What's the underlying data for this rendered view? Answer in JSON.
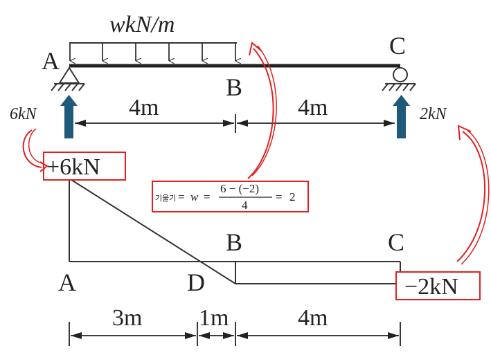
{
  "beam": {
    "load_label": "wkN/m",
    "point_a": "A",
    "point_b": "B",
    "point_c": "C",
    "reaction_a": "6kN",
    "reaction_c": "2kN",
    "span_ab": "4m",
    "span_bc": "4m"
  },
  "shear_diagram": {
    "max_label": "+6kN",
    "min_label": "−2kN",
    "point_a": "A",
    "point_b": "B",
    "point_c": "C",
    "point_d": "D",
    "seg_ad": "3m",
    "seg_db": "1m",
    "seg_bc": "4m"
  },
  "annotation": {
    "prefix": "기울기",
    "eq1": "=",
    "w": "w",
    "eq2": "=",
    "numerator": "6 − (−2)",
    "denominator": "4",
    "eq3": "=",
    "result": "2"
  },
  "colors": {
    "annotation_red": "#e02020",
    "reaction_arrow": "#1f5a7a",
    "line": "#333333"
  }
}
